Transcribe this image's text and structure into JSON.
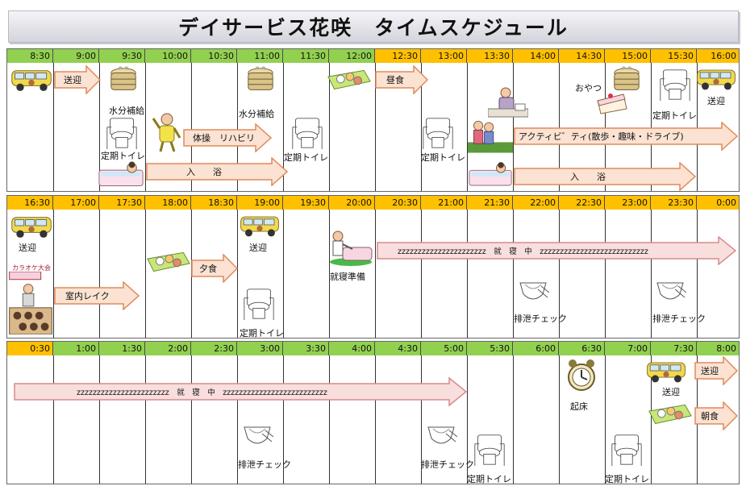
{
  "title": "デイサービス花咲　タイムスケジュール",
  "bands": [
    {
      "times": [
        "8:30",
        "9:00",
        "9:30",
        "10:00",
        "10:30",
        "11:00",
        "11:30",
        "12:00",
        "12:30",
        "13:00",
        "13:30",
        "14:00",
        "14:30",
        "15:00",
        "15:30",
        "16:00"
      ],
      "header_colors": [
        "#92d050",
        "#92d050",
        "#92d050",
        "#92d050",
        "#92d050",
        "#92d050",
        "#92d050",
        "#92d050",
        "#ffc000",
        "#ffc000",
        "#ffc000",
        "#ffc000",
        "#ffc000",
        "#ffc000",
        "#ffc000",
        "#ffc000"
      ],
      "labels": {
        "water1": "水分補給",
        "toilet1": "定期トイレ",
        "water2": "水分補給",
        "toilet2": "定期トイレ",
        "toilet3": "定期トイレ",
        "snack": "おやつ",
        "toilet4": "定期トイレ",
        "pickup": "送迎"
      },
      "arrows": {
        "pickup": "送迎",
        "exercise": "体操　リハビリ",
        "bath1": "入　　浴",
        "lunch": "昼食",
        "activity": "アクティビ゛ティ(散歩・趣味・ドライブ)",
        "bath2": "入　　浴"
      }
    },
    {
      "times": [
        "16:30",
        "17:00",
        "17:30",
        "18:00",
        "18:30",
        "19:00",
        "19:30",
        "20:00",
        "20:30",
        "21:00",
        "21:30",
        "22:00",
        "22:30",
        "23:00",
        "23:30",
        "0:00"
      ],
      "header_colors": [
        "#ffc000",
        "#ffc000",
        "#ffc000",
        "#ffc000",
        "#ffc000",
        "#ffc000",
        "#ffc000",
        "#ffc000",
        "#ffc000",
        "#ffc000",
        "#ffc000",
        "#ffc000",
        "#ffc000",
        "#ffc000",
        "#ffc000",
        "#ffc000"
      ],
      "labels": {
        "pickup1": "送迎",
        "karaoke": "カラオケ大会",
        "pickup2": "送迎",
        "toilet": "定期トイレ",
        "bedprep": "就寝準備",
        "check1": "排泄チェック",
        "check2": "排泄チェック"
      },
      "arrows": {
        "recreation": "室内レイク",
        "dinner": "夕食",
        "sleep": "zzzzzzzzzzzzzzzzzzzzzz　就　寝　中　zzzzzzzzzzzzzzzzzzzzzzzzzzz"
      }
    },
    {
      "times": [
        "0:30",
        "1:00",
        "1:30",
        "2:00",
        "2:30",
        "3:00",
        "3:30",
        "4:00",
        "4:30",
        "5:00",
        "5:30",
        "6:00",
        "6:30",
        "7:00",
        "7:30",
        "8:00"
      ],
      "header_colors": [
        "#ffc000",
        "#92d050",
        "#92d050",
        "#92d050",
        "#92d050",
        "#92d050",
        "#92d050",
        "#92d050",
        "#92d050",
        "#92d050",
        "#92d050",
        "#92d050",
        "#92d050",
        "#92d050",
        "#92d050",
        "#92d050"
      ],
      "labels": {
        "check1": "排泄チェック",
        "check2": "排泄チェック",
        "toilet1": "定期トイレ",
        "wake": "起床",
        "toilet2": "定期トイレ",
        "pickup": "送迎"
      },
      "arrows": {
        "sleep": "zzzzzzzzzzzzzzzzzzzzzzz　就　寝　中　zzzzzzzzzzzzzzzzzzzzzzzzzz",
        "pickup": "送迎",
        "breakfast": "朝食"
      }
    }
  ]
}
